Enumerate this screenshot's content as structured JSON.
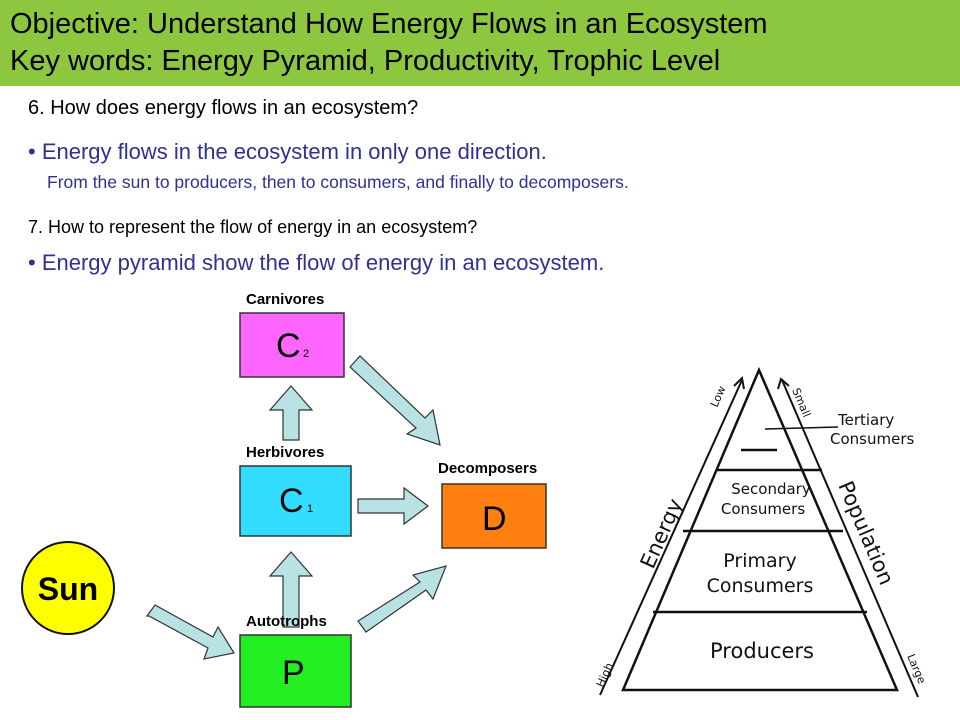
{
  "header": {
    "objective": "Objective: Understand How Energy Flows in an Ecosystem",
    "keywords": "Key words: Energy Pyramid, Productivity, Trophic Level"
  },
  "question6": {
    "question": "6.  How does energy flows in an ecosystem?",
    "answer": "• Energy flows in the ecosystem in only one direction.",
    "detail": "From the sun to producers, then to consumers, and finally to decomposers."
  },
  "question7": {
    "question": "7. How to represent the flow of energy in an ecosystem?",
    "answer": "• Energy pyramid show the flow of energy in an ecosystem."
  },
  "flow": {
    "sun": "Sun",
    "carnivores": {
      "label": "Carnivores",
      "letter": "C",
      "subscript": "2",
      "color": "#ff66ff"
    },
    "herbivores": {
      "label": "Herbivores",
      "letter": "C",
      "subscript": "1",
      "color": "#33ddff"
    },
    "autotrophs": {
      "label": "Autotrophs",
      "letter": "P",
      "subscript": "",
      "color": "#22ee22"
    },
    "decomposers": {
      "label": "Decomposers",
      "letter": "D",
      "subscript": "",
      "color": "#ff7f11"
    },
    "sun_color": "#ffff00",
    "arrow_color": "#b8e2e3"
  },
  "pyramid": {
    "levels": {
      "tertiary": [
        "Tertiary",
        "Consumers"
      ],
      "secondary": [
        "Secondary",
        "Consumers"
      ],
      "primary": [
        "Primary",
        "Consumers"
      ],
      "producers": "Producers"
    },
    "energy": {
      "label": "Energy",
      "top": "Low",
      "bottom": "High"
    },
    "population": {
      "label": "Population",
      "top": "Small",
      "bottom": "Large"
    }
  }
}
